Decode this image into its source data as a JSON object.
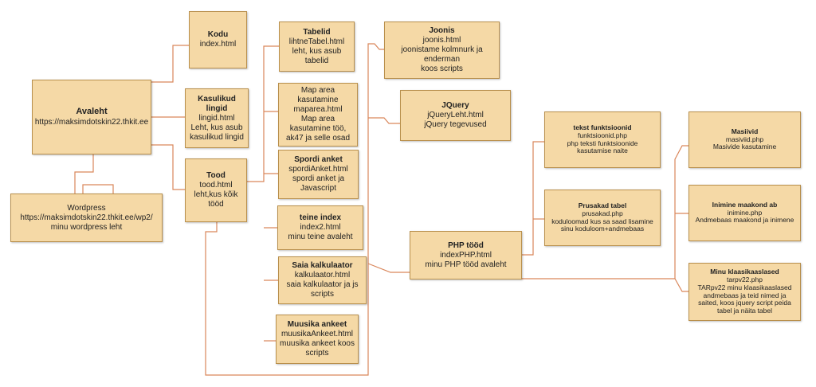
{
  "nodes": {
    "avaleht": {
      "title": "Avaleht",
      "lines": [
        "https://maksimdotskin22.thkit.ee"
      ]
    },
    "wordpress": {
      "title": "",
      "lines": [
        "Wordpress",
        "https://maksimdotskin22.thkit.ee/wp2/",
        "minu wordpress leht"
      ]
    },
    "kodu": {
      "title": "Kodu",
      "lines": [
        "index.html"
      ]
    },
    "kasulikud": {
      "title": "Kasulikud lingid",
      "lines": [
        "lingid.html",
        "Leht, kus asub",
        "kasulikud lingid"
      ]
    },
    "tood": {
      "title": "Tood",
      "lines": [
        "tood.html",
        "leht,kus kõik",
        "tööd"
      ]
    },
    "tabelid": {
      "title": "Tabelid",
      "lines": [
        "lihtneTabel.html",
        "leht, kus asub",
        "tabelid"
      ]
    },
    "maparea": {
      "title": "",
      "lines": [
        "Map area",
        "kasutamine",
        "maparea.html",
        "Map area",
        "kasutamine töö,",
        "ak47 ja selle osad"
      ]
    },
    "spordi": {
      "title": "Spordi anket",
      "lines": [
        "spordiAnket.html",
        "spordi anket ja",
        "Javascript"
      ]
    },
    "teineindex": {
      "title": "teine index",
      "lines": [
        "index2.html",
        "minu teine avaleht"
      ]
    },
    "saia": {
      "title": "Saia kalkulaator",
      "lines": [
        "kalkulaator.html",
        "saia kalkulaator ja js",
        "scripts"
      ]
    },
    "muusika": {
      "title": "Muusika ankeet",
      "lines": [
        "muusikaAnkeet.html",
        "muusika ankeet koos",
        "scripts"
      ]
    },
    "joonis": {
      "title": "Joonis",
      "lines": [
        "joonis.html",
        "joonistame kolmnurk ja",
        "enderman",
        "koos scripts"
      ]
    },
    "jquery": {
      "title": "JQuery",
      "lines": [
        "jQueryLeht.html",
        "jQuery tegevused"
      ]
    },
    "php": {
      "title": "PHP tööd",
      "lines": [
        "indexPHP.html",
        "minu PHP tööd avaleht"
      ]
    },
    "tekst": {
      "title": "tekst funktsioonid",
      "lines": [
        "funktsioonid.php",
        "php teksti funktsioonide",
        "kasutamise naite"
      ]
    },
    "prusakad": {
      "title": "Prusakad tabel",
      "lines": [
        "prusakad.php",
        "koduloomad kus sa saad lisamine",
        "sinu koduloom+andmebaas"
      ]
    },
    "masiivid": {
      "title": "Masiivid",
      "lines": [
        "masiviid.php",
        "Masivide kasutamine"
      ]
    },
    "inimine": {
      "title": "Inimine maakond ab",
      "lines": [
        "inimine.php",
        "Andmebaas maakond ja inimene"
      ]
    },
    "klaasi": {
      "title": "Minu klaasikaaslased",
      "lines": [
        "tarpv22.php",
        "TARpv22 minu klaasikaaslased",
        "andmebaas ja  teid nimed ja",
        "saited, koos jquery script peida",
        "tabel ja näita tabel"
      ]
    }
  },
  "colors": {
    "node_fill": "#f5d9a6",
    "node_border": "#b88f4c",
    "connector": "#d9865a"
  }
}
